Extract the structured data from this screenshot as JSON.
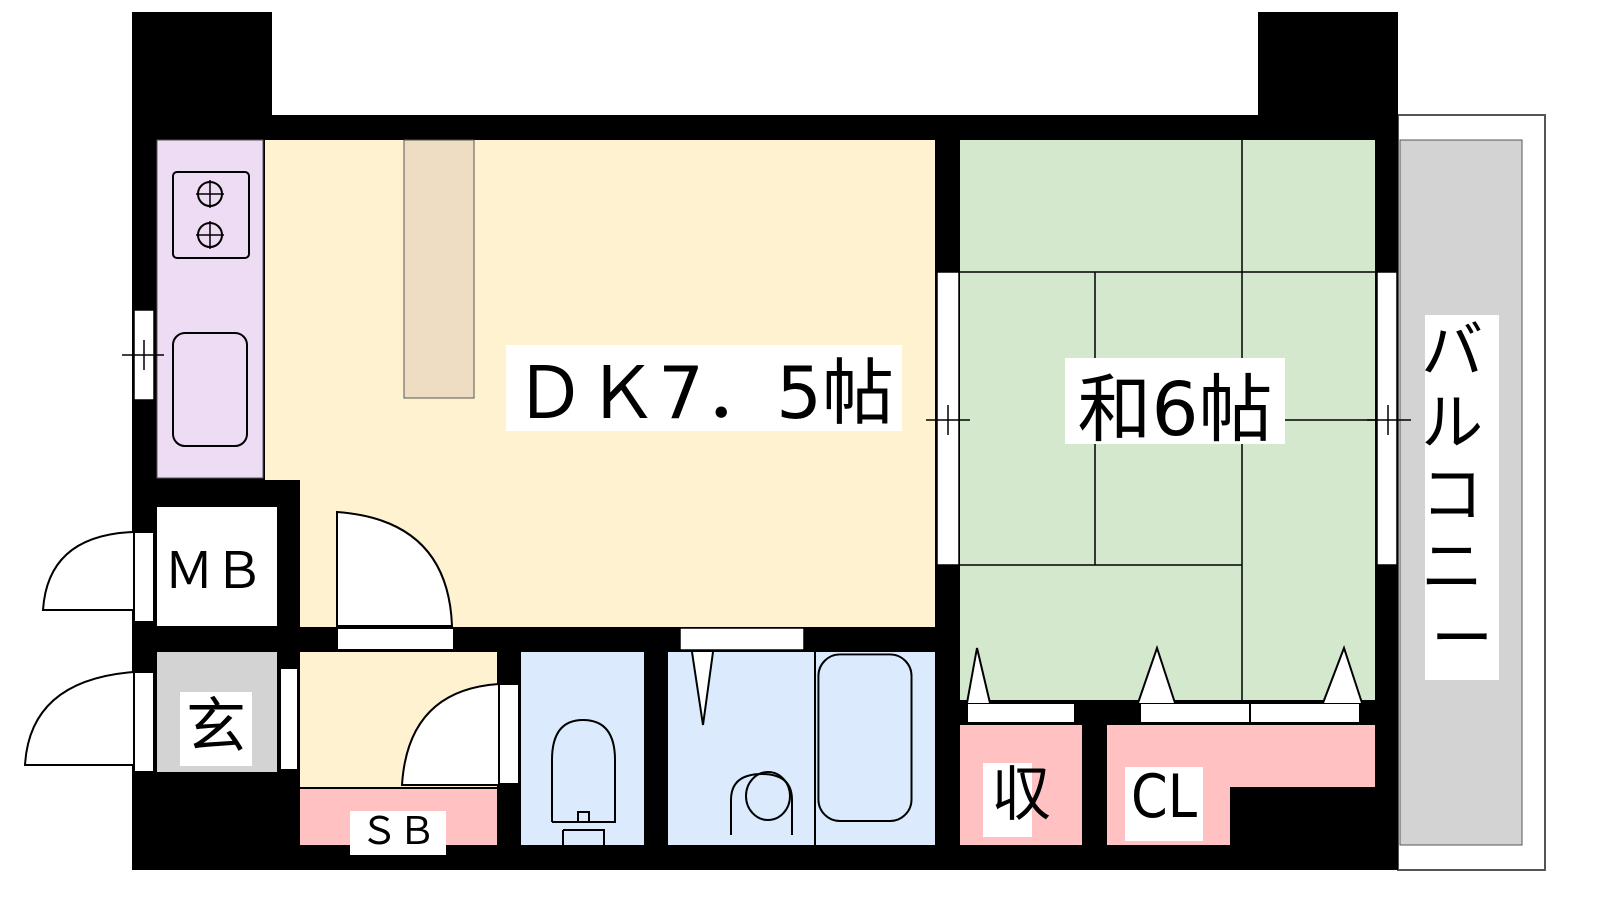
{
  "rooms": {
    "dk": "ＤＫ7．5帖",
    "washitsu": "和6帖",
    "balcony": [
      "バ",
      "ル",
      "コ",
      "ニ",
      "ー"
    ],
    "mb": "ＭＢ",
    "genkan": "玄",
    "sb": "ＳＢ",
    "storage": "収",
    "closet": "CL"
  },
  "colors": {
    "wall": "#000000",
    "dk": "#fff2d1",
    "kitchen": "#eddcf3",
    "counter": "#eedcc3",
    "washitsu": "#d3e8cc",
    "wet": "#dbebfd",
    "storage": "#ffc1c1",
    "genkan": "#d3d3d3",
    "balcony": "#d3d3d3"
  }
}
